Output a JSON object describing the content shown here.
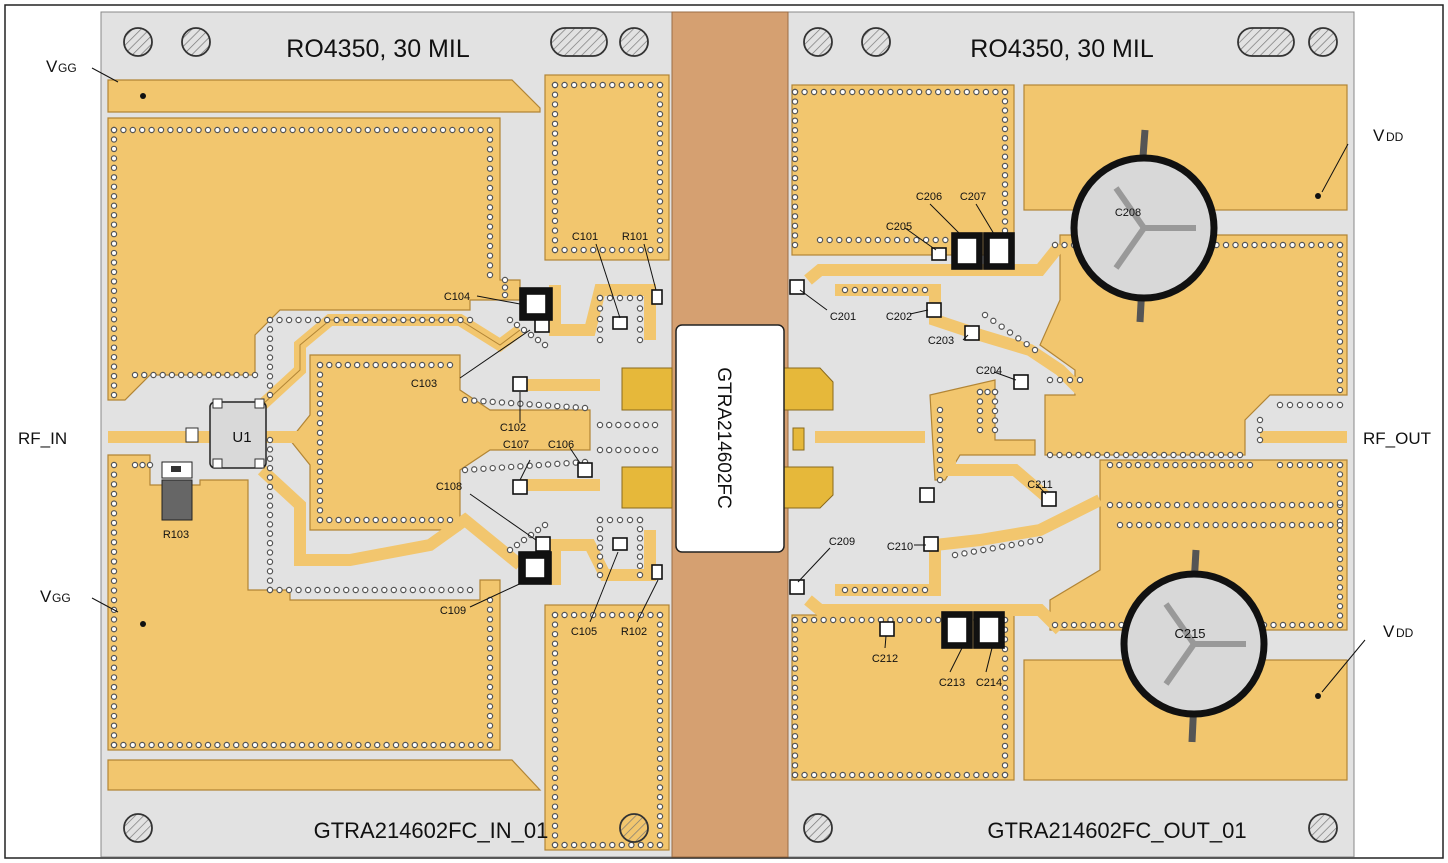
{
  "boards": {
    "input": {
      "title": "RO4350, 30 MIL",
      "footer": "GTRA214602FC_IN_01"
    },
    "output": {
      "title": "RO4350, 30 MIL",
      "footer": "GTRA214602FC_OUT_01"
    }
  },
  "device": {
    "part": "GTRA214602FC"
  },
  "ports": {
    "rf_in": "RF_IN",
    "rf_out": "RF_OUT",
    "vgg_v": "V",
    "vgg_sub": "GG",
    "vdd_v": "V",
    "vdd_sub": "DD"
  },
  "components": {
    "U1": "U1",
    "R101": "R101",
    "R102": "R102",
    "R103": "R103",
    "C101": "C101",
    "C102": "C102",
    "C103": "C103",
    "C104": "C104",
    "C105": "C105",
    "C106": "C106",
    "C107": "C107",
    "C108": "C108",
    "C109": "C109",
    "C201": "C201",
    "C202": "C202",
    "C203": "C203",
    "C204": "C204",
    "C205": "C205",
    "C206": "C206",
    "C207": "C207",
    "C208": "C208",
    "C209": "C209",
    "C210": "C210",
    "C211": "C211",
    "C212": "C212",
    "C213": "C213",
    "C214": "C214",
    "C215": "C215"
  },
  "colors": {
    "substrate": "#e2e2e2",
    "copper": "#f2c66e",
    "copper_edge": "#b28535",
    "carrier": "#d5a071",
    "trace": "#f2c66e"
  }
}
